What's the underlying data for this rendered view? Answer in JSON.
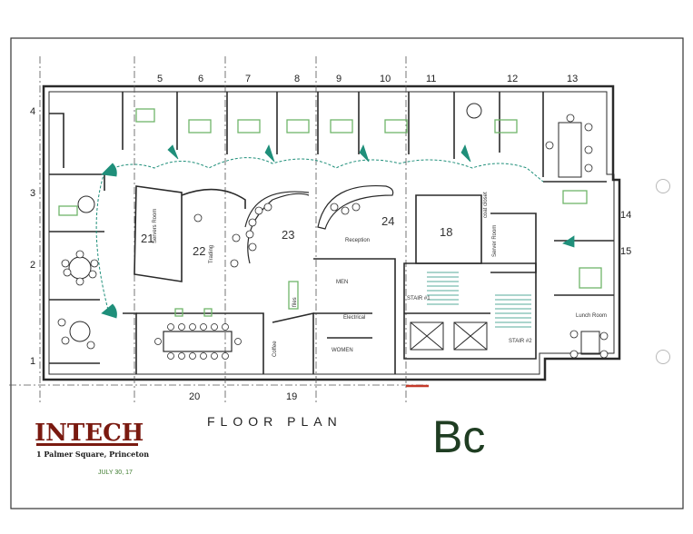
{
  "grid_labels_top": [
    "5",
    "6",
    "7",
    "8",
    "9",
    "10",
    "11",
    "12",
    "13"
  ],
  "grid_labels_left": [
    "4",
    "3",
    "2",
    "1"
  ],
  "grid_labels_right": [
    "14",
    "15"
  ],
  "grid_labels_bottom": [
    "20",
    "19"
  ],
  "rooms": {
    "r21": "21",
    "r22": "22",
    "r23": "23",
    "r24": "24",
    "r18": "18"
  },
  "labels": {
    "servers_room": "Servers Room",
    "trading": "Trading",
    "reception": "Reception",
    "men": "MEN",
    "women": "WOMEN",
    "electrical": "Electrical",
    "stair1": "STAIR #1",
    "stair2": "STAIR #2",
    "lunch_room": "Lunch Room",
    "server_room_small": "Server Room",
    "coat_closet": "coat closet",
    "coffee": "Coffee",
    "files": "files"
  },
  "title": "FLOOR PLAN",
  "code": "Bc",
  "logo": {
    "name": "INTECH",
    "address": "1 Palmer Square, Princeton"
  },
  "date": "JULY 30, 17",
  "colors": {
    "wall": "#2a2a2a",
    "furniture_green": "#6fb56a",
    "door_teal": "#1f8f7a",
    "logo_red": "#7a1a10"
  }
}
